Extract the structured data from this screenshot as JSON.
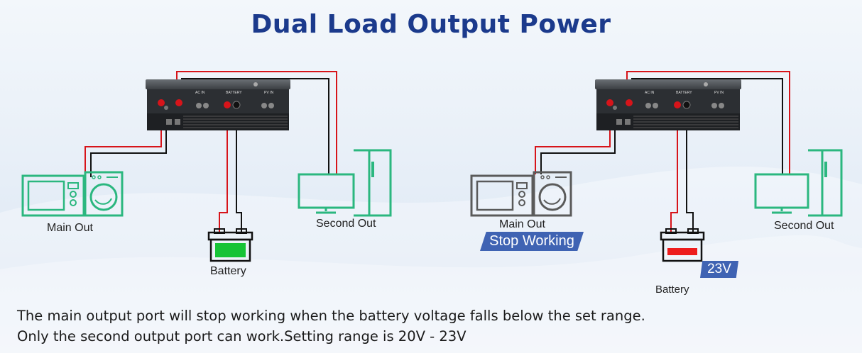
{
  "title": "Dual Load Output Power",
  "left_scene": {
    "main_out_label": "Main Out",
    "second_out_label": "Second Out",
    "battery_label": "Battery",
    "battery_state": "full",
    "battery_color": "#16c336"
  },
  "right_scene": {
    "main_out_label": "Main Out",
    "main_out_status": "Stop Working",
    "second_out_label": "Second Out",
    "battery_label": "Battery",
    "battery_voltage": "23V",
    "battery_state": "low",
    "battery_color": "#ee1c1c"
  },
  "inverter_labels": {
    "ac_in": "AC IN",
    "battery": "BATTERY",
    "pv_in": "PV IN"
  },
  "colors": {
    "title": "#1b3a8c",
    "appliance_active": "#2bb77f",
    "appliance_inactive": "#5a5a5a",
    "wire_positive": "#d7141a",
    "wire_negative": "#111111",
    "tag_background": "#3f63b3"
  },
  "notes": {
    "line1": "The main output port will stop working when the battery voltage falls below the set range.",
    "line2": "Only the second output port can work.Setting range is 20V - 23V"
  }
}
